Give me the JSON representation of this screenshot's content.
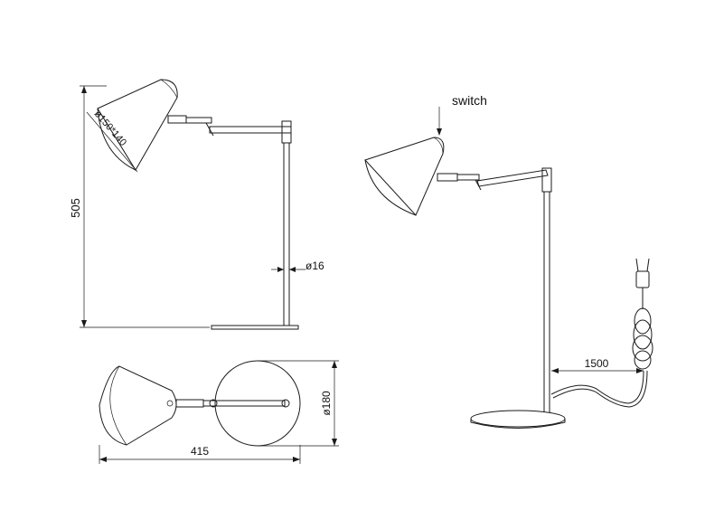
{
  "side_view": {
    "height_label": "505",
    "shade_label": "ø150*140",
    "pole_label": "ø16"
  },
  "top_view": {
    "width_label": "415",
    "base_label": "ø180"
  },
  "perspective_view": {
    "switch_label": "switch",
    "cord_label": "1500"
  }
}
